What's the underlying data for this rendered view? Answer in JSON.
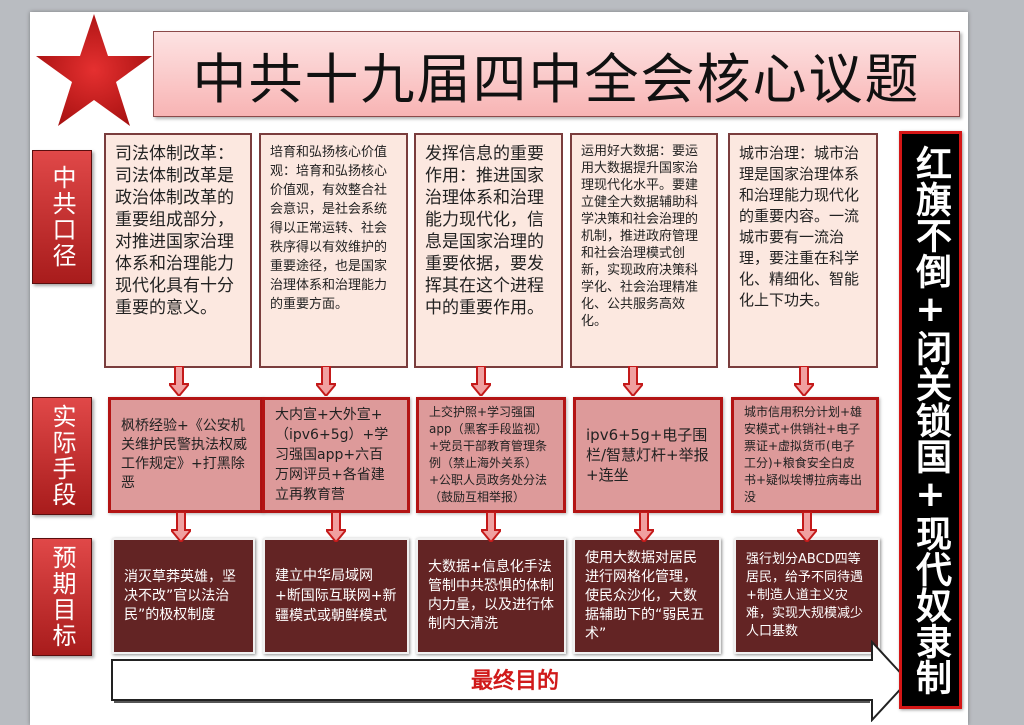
{
  "title": "中共十九届四中全会核心议题",
  "logo": {
    "icon": "red-star-emblem",
    "color": "#c41a1a"
  },
  "row_labels": {
    "claim": "中共口径",
    "means": "实际手段",
    "goal": "预期目标"
  },
  "columns": [
    {
      "claim": "司法体制改革：司法体制改革是政治体制改革的重要组成部分，对推进国家治理体系和治理能力现代化具有十分重要的意义。",
      "means": "枫桥经验+《公安机关维护民警执法权威工作规定》+打黑除恶",
      "goal": "消灭草莽英雄，坚决不改”官以法治民”的极权制度"
    },
    {
      "claim": "培育和弘扬核心价值观：培育和弘扬核心价值观，有效整合社会意识，是社会系统得以正常运转、社会秩序得以有效维护的重要途径，也是国家治理体系和治理能力的重要方面。",
      "means": "大内宣+大外宣+（ipv6+5g）+学习强国app+六百万网评员+各省建立再教育营",
      "goal": "建立中华局域网+断国际互联网+新疆模式或朝鲜模式"
    },
    {
      "claim": "发挥信息的重要作用：推进国家治理体系和治理能力现代化，信息是国家治理的重要依据，要发挥其在这个进程中的重要作用。",
      "means": "上交护照+学习强国app（黑客手段监视）+党员干部教育管理条例（禁止海外关系）+公职人员政务处分法（鼓励互相举报）",
      "goal": "大数据+信息化手法管制中共恐惧的体制内力量，以及进行体制内大清洗"
    },
    {
      "claim": "运用好大数据：要运用大数据提升国家治理现代化水平。要建立健全大数据辅助科学决策和社会治理的机制，推进政府管理和社会治理模式创新，实现政府决策科学化、社会治理精准化、公共服务高效化。",
      "means": "ipv6+5g+电子围栏/智慧灯杆+举报+连坐",
      "goal": "使用大数据对居民进行网格化管理，使民众沙化，大数据辅助下的“弱民五术”"
    },
    {
      "claim": "城市治理：城市治理是国家治理体系和治理能力现代化的重要内容。一流城市要有一流治理，要注重在科学化、精细化、智能化上下功夫。",
      "means": "城市信用积分计划+雄安模式+供销社+电子票证+虚拟货币(电子工分)+粮食安全白皮书+疑似埃博拉病毒出没",
      "goal": "强行划分ABCD四等居民，给予不同待遇+制造人道主义灾难，实现大规模减少人口基数"
    }
  ],
  "final_arrow_label": "最终目的",
  "conclusion": "红旗不倒+闭关锁国+现代奴隶制",
  "colors": {
    "claim_bg": "#fce8e0",
    "means_bg": "#dd9a9a",
    "means_border": "#b31414",
    "goal_bg": "#632424",
    "label_red": "#c42525",
    "conclusion_bg": "#000000",
    "final_label": "#d01a1a"
  }
}
